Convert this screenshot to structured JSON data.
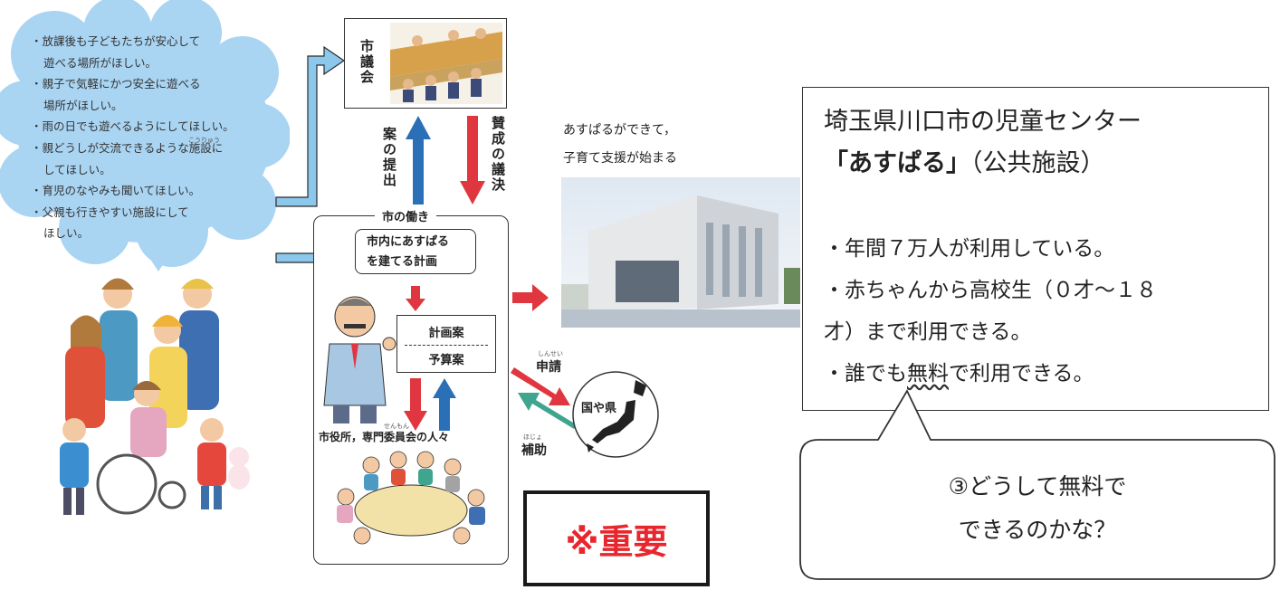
{
  "wishes_cloud": {
    "items": [
      "・放課後も子どもたちが安心して",
      "遊べる場所がほしい。",
      "・親子で気軽にかつ安全に遊べる",
      "場所がほしい。",
      "・雨の日でも遊べるようにしてほしい。",
      "・親どうしが交流できるような施設に",
      "してほしい。",
      "・育児のなやみも聞いてほしい。",
      "・父親も行きやすい施設にして",
      "ほしい。"
    ],
    "ruby_koryu": "こうりゅう"
  },
  "city_council": {
    "label": "市議会"
  },
  "proposal": {
    "label": "案の提出"
  },
  "resolution": {
    "label": "賛成の議決"
  },
  "city_work": {
    "title": "市の働き",
    "plan_line1": "市内にあすぱる",
    "plan_line2": "を建てる計画",
    "draft_plan": "計画案",
    "budget_draft": "予算案",
    "staff_label": "市役所，専門委員会の人々",
    "ruby_senmon": "せんもん"
  },
  "support_start": {
    "line1": "あすぱるができて，",
    "line2": "子育て支援が始まる"
  },
  "application": {
    "label": "申請",
    "ruby": "しんせい"
  },
  "subsidy": {
    "label": "補助",
    "ruby": "ほじょ"
  },
  "nation_pref": {
    "label": "国や県"
  },
  "important": {
    "label": "※重要"
  },
  "info_box": {
    "title_line1": "埼玉県川口市の児童センター",
    "title_line2_a": "「あすぱる」",
    "title_line2_b": "（公共施設）",
    "bullet1": "・年間７万人が利用している。",
    "bullet2a": "・赤ちゃんから高校生（０才～１８",
    "bullet2b": "才）まで利用できる。",
    "bullet3_pre": "・誰でも",
    "bullet3_free": "無料",
    "bullet3_post": "で利用できる。"
  },
  "question": {
    "line1": "③どうして無料で",
    "line2": "できるのかな？"
  },
  "colors": {
    "cloud": "#a9d4f2",
    "blue_arrow": "#2b6fb6",
    "red_arrow": "#e0363f",
    "green_arrow": "#3fa58f",
    "important_red": "#e8262e"
  }
}
